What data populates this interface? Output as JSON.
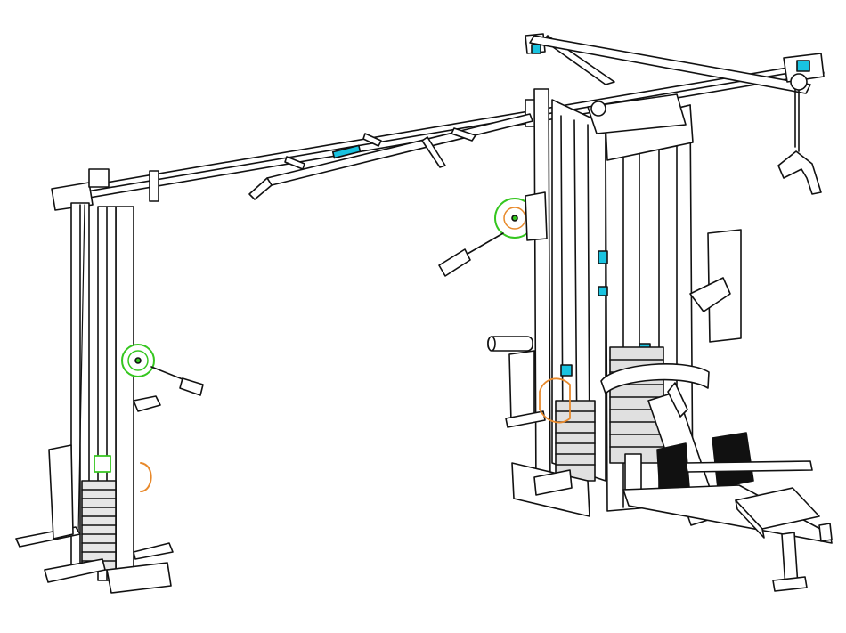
{
  "colors": {
    "outline": "#111111",
    "frame_fill": "#ffffff",
    "brand_accent": "#19c3e0",
    "pulley_accent": "#35c61f",
    "cable_accent": "#e8892b"
  },
  "components": {
    "overhead_beam": "overhead-lat-beam",
    "left_tower": "left-cable-tower",
    "center_tower": "center-weight-stack-tower",
    "seated_row": "seated-row-bench"
  },
  "brand": {
    "name": "",
    "tagline": ""
  }
}
